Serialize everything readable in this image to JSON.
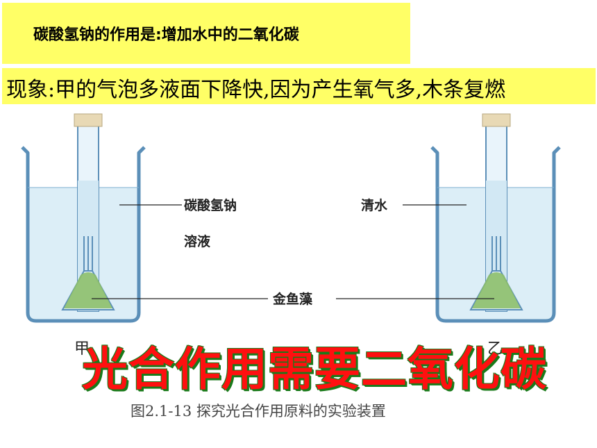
{
  "header": {
    "statement": "碳酸氢钠的作用是:增加水中的二氧化碳",
    "phenomenon": "现象:甲的气泡多液面下降快,因为产生氧气多,木条复燃"
  },
  "diagram": {
    "left_solution_label_line1": "碳酸氢钠",
    "left_solution_label_line2": "溶液",
    "right_solution_label": "清水",
    "plant_label": "金鱼藻",
    "left_tag": "甲",
    "right_tag": "乙",
    "caption": "图2.1-13   探究光合作用原料的实验装置",
    "overlay_text": "光合作用需要二氧化碳",
    "colors": {
      "water": "#dceef7",
      "glass": "#5b8fb8",
      "plant": "#8dbf6a",
      "cork": "#e8d9b5",
      "highlight": "#ffff66",
      "overlay": "#ff1010"
    }
  }
}
